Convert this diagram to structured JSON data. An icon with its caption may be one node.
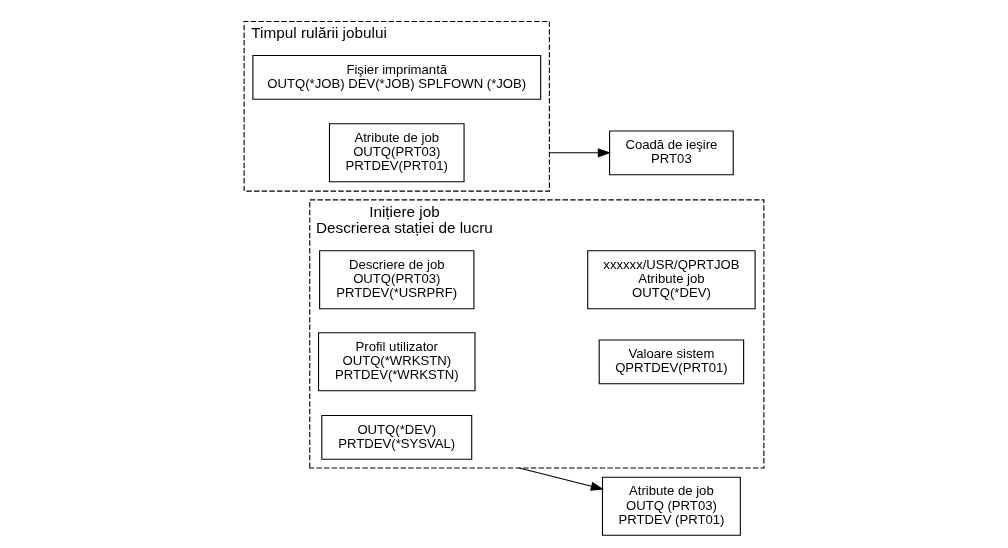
{
  "diagram": {
    "nodes": [
      {
        "text": [
          "Inițiere job",
          "Descrierea stației de lucru"
        ]
      },
      {
        "text": [
          "Descriere de job",
          "OUTQ(PRT03)",
          "PRTDEV(*USRPRF)"
        ],
        "in": 0
      },
      {
        "text": [
          "Profil utilizator",
          "OUTQ(*WRKSTN)",
          "PRTDEV(*WRKSTN)"
        ],
        "in": 0
      },
      {
        "text": [
          "OUTQ(*DEV)",
          "PRTDEV(*SYSVAL)"
        ],
        "in": 0
      },
      {
        "text": [
          "xxxxxx/USR/QPRTJOB",
          "Atribute job",
          "OUTQ(*DEV)"
        ],
        "in": 0
      },
      {
        "text": [
          "Valoare sistem",
          "QPRTDEV(PRT01)"
        ],
        "in": 0
      },
      {
        "text": [
          "Atribute de job",
          "OUTQ (PRT03)",
          "PRTDEV (PRT01)"
        ]
      },
      {
        "text": [
          "Timpul rulării jobului"
        ]
      },
      {
        "text": [
          "Fişier imprimantă",
          "OUTQ(*JOB) DEV(*JOB) SPLFOWN (*JOB)"
        ],
        "in": 7
      },
      {
        "text": [
          "Atribute de job",
          "OUTQ(PRT03)",
          "PRTDEV(PRT01)"
        ],
        "in": 7
      },
      {
        "text": [
          "Coadă de ieşire",
          "PRT03"
        ]
      }
    ],
    "edges": [
      {
        "from": 0,
        "to": 6,
        "arrow": "to"
      },
      {
        "from": 7,
        "to": 10,
        "arrow": "to"
      }
    ]
  }
}
